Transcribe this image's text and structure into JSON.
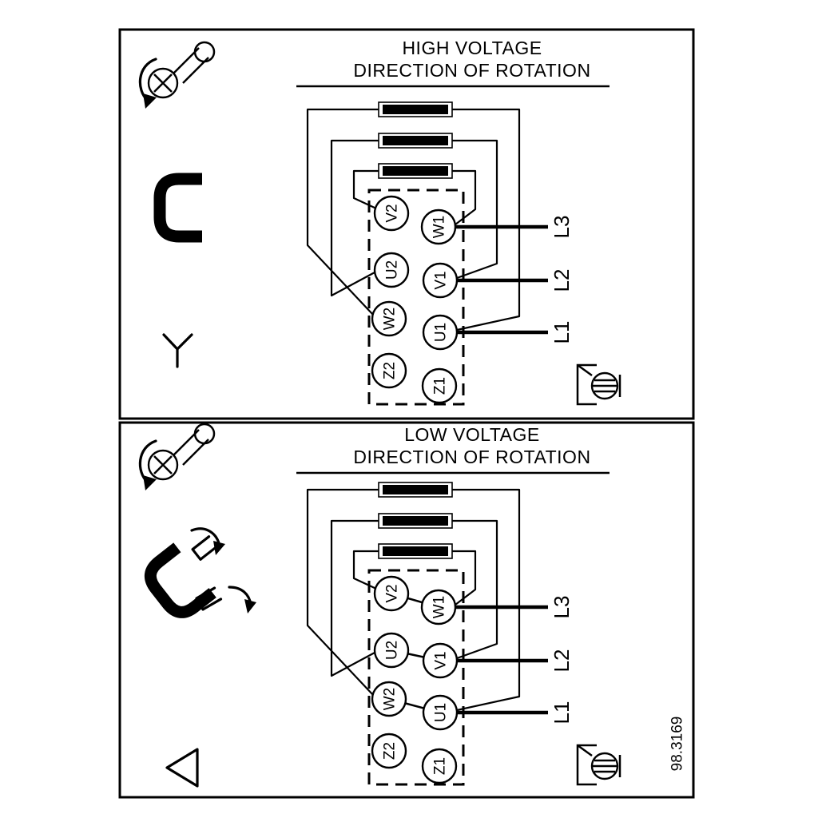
{
  "drawing": {
    "ref_number": "98.3169",
    "background_color": "#ffffff",
    "line_color": "#000000"
  },
  "panels": [
    {
      "id": "high-voltage",
      "title": "HIGH VOLTAGE",
      "subtitle": "DIRECTION OF ROTATION",
      "connection": "star",
      "jumper_link_count": 3,
      "terminals": {
        "left": [
          "V2",
          "U2",
          "W2",
          "Z2"
        ],
        "right": [
          "W1",
          "V1",
          "U1",
          "Z1"
        ]
      },
      "supply_lines": [
        "L3",
        "L2",
        "L1"
      ],
      "icons": [
        "screw-rotation-icon",
        "terminal-link-icon",
        "star-symbol-icon",
        "ground-terminal-icon"
      ]
    },
    {
      "id": "low-voltage",
      "title": "LOW VOLTAGE",
      "subtitle": "DIRECTION OF ROTATION",
      "connection": "delta",
      "jumper_link_count": 3,
      "terminals": {
        "left": [
          "V2",
          "U2",
          "W2",
          "Z2"
        ],
        "right": [
          "W1",
          "V1",
          "U1",
          "Z1"
        ]
      },
      "supply_lines": [
        "L3",
        "L2",
        "L1"
      ],
      "icons": [
        "screw-rotation-icon",
        "terminal-links-rearrange-icon",
        "delta-symbol-icon",
        "ground-terminal-icon"
      ]
    }
  ]
}
